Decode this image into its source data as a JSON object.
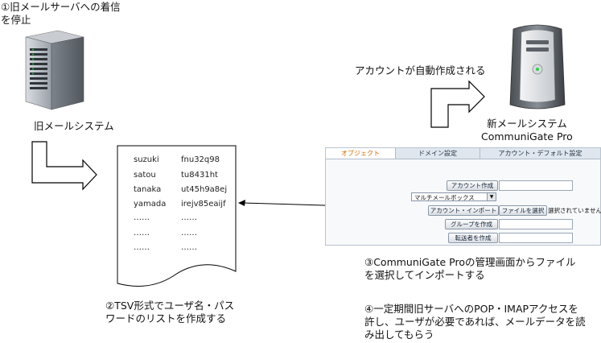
{
  "step1": {
    "line1": "①旧メールサーバへの着信",
    "line2": "を停止"
  },
  "old_server": {
    "label": "旧メールシステム"
  },
  "new_server": {
    "label_line1": "新メールシステム",
    "label_line2": "CommuniGate Pro"
  },
  "auto_create": {
    "label": "アカウントが自動作成される"
  },
  "tsv_list": {
    "rows": [
      {
        "user": "suzuki",
        "password": "fnu32q98"
      },
      {
        "user": "satou",
        "password": "tu8431ht"
      },
      {
        "user": "tanaka",
        "password": "ut45h9a8ej"
      },
      {
        "user": "yamada",
        "password": "irejv85eaijf"
      },
      {
        "user": "……",
        "password": "……"
      },
      {
        "user": "……",
        "password": "……"
      },
      {
        "user": "……",
        "password": "……"
      }
    ]
  },
  "step2": {
    "line1": "②TSV形式でユーザ名・パス",
    "line2": "ワードのリストを作成する"
  },
  "step3": {
    "line1": "③CommuniGate Proの管理画面からファイル",
    "line2": "を選択してインポートする"
  },
  "step4": {
    "line1": "④一定期間旧サーバへのPOP・IMAPアクセスを",
    "line2": "許し、ユーザが必要であれば、メールデータを読",
    "line3": "み出してもらう"
  },
  "admin_panel": {
    "tabs": [
      "オブジェクト",
      "ドメイン設定",
      "アカウント・デフォルト設定"
    ],
    "create_account": "アカウント作成",
    "mailbox_select": "マルチメールボックス",
    "import_account": "アカウント・インポート",
    "choose_file": "ファイルを選択",
    "no_file": "選択されていません",
    "create_group": "グループを作成",
    "create_forwarder": "転送者を作成"
  },
  "colors": {
    "panel_border": "#b9c3cf",
    "active_tab": "#d46a00",
    "arrow_stroke": "#000000"
  }
}
